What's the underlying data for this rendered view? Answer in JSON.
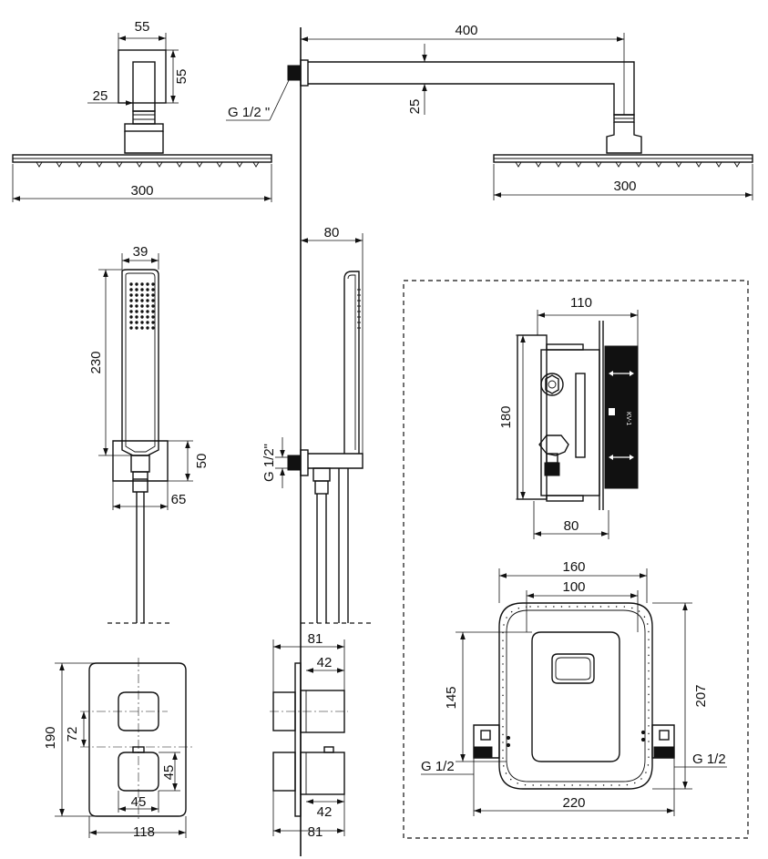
{
  "dimensions": {
    "arm_mount_width": "55",
    "arm_mount_height": "55",
    "arm_offset": "25",
    "head_width_front": "300",
    "head_width_side": "300",
    "arm_length": "400",
    "arm_height": "25",
    "thread_head": "G 1/2 \"",
    "hand_width": "39",
    "hand_length": "230",
    "holder_height": "50",
    "holder_width": "65",
    "hand_depth": "80",
    "thread_hand": "G 1/2\"",
    "box_width": "110",
    "box_height": "180",
    "box_depth": "80",
    "frame_outer": "160",
    "frame_inner": "100",
    "frame_left_height": "145",
    "frame_right_height": "207",
    "frame_base": "220",
    "thread_left": "G 1/2",
    "thread_right": "G 1/2",
    "plate_height": "190",
    "knob_spacing": "72",
    "knob_height": "45",
    "knob_width": "45",
    "plate_width": "118",
    "side_depth_top": "81",
    "side_knob_top": "42",
    "side_knob_bottom": "42",
    "side_depth_bottom": "81"
  }
}
